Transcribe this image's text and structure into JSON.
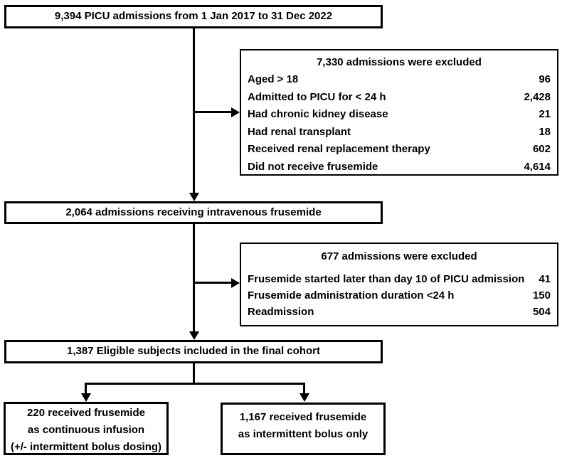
{
  "figure": {
    "type": "consort-flowchart",
    "colors": {
      "line": "#000000",
      "background": "#ffffff",
      "text": "#000000"
    },
    "top_box": {
      "text": "9,394 PICU admissions from 1 Jan 2017 to 31 Dec 2022"
    },
    "exclusion1": {
      "title": "7,330 admissions were excluded",
      "rows": [
        {
          "label": "Aged > 18",
          "value": "96"
        },
        {
          "label": "Admitted to PICU for < 24 h",
          "value": "2,428"
        },
        {
          "label": "Had chronic kidney disease",
          "value": "21"
        },
        {
          "label": "Had renal transplant",
          "value": "18"
        },
        {
          "label": "Received renal replacement therapy",
          "value": "602"
        },
        {
          "label": "Did not receive frusemide",
          "value": "4,614"
        }
      ]
    },
    "mid_box": {
      "text": "2,064 admissions receiving intravenous frusemide"
    },
    "exclusion2": {
      "title": "677 admissions were excluded",
      "rows": [
        {
          "label": "Frusemide started later than day 10 of PICU admission",
          "value": "41"
        },
        {
          "label": "Frusemide administration duration <24 h",
          "value": "150"
        },
        {
          "label": "Readmission",
          "value": "504"
        }
      ]
    },
    "cohort_box": {
      "text": "1,387 Eligible subjects included in the final cohort"
    },
    "branch_left": {
      "lines": [
        "220 received frusemide",
        "as continuous infusion",
        "(+/- intermittent bolus dosing)"
      ]
    },
    "branch_right": {
      "lines": [
        "1,167 received frusemide",
        "as intermittent bolus only"
      ]
    }
  }
}
